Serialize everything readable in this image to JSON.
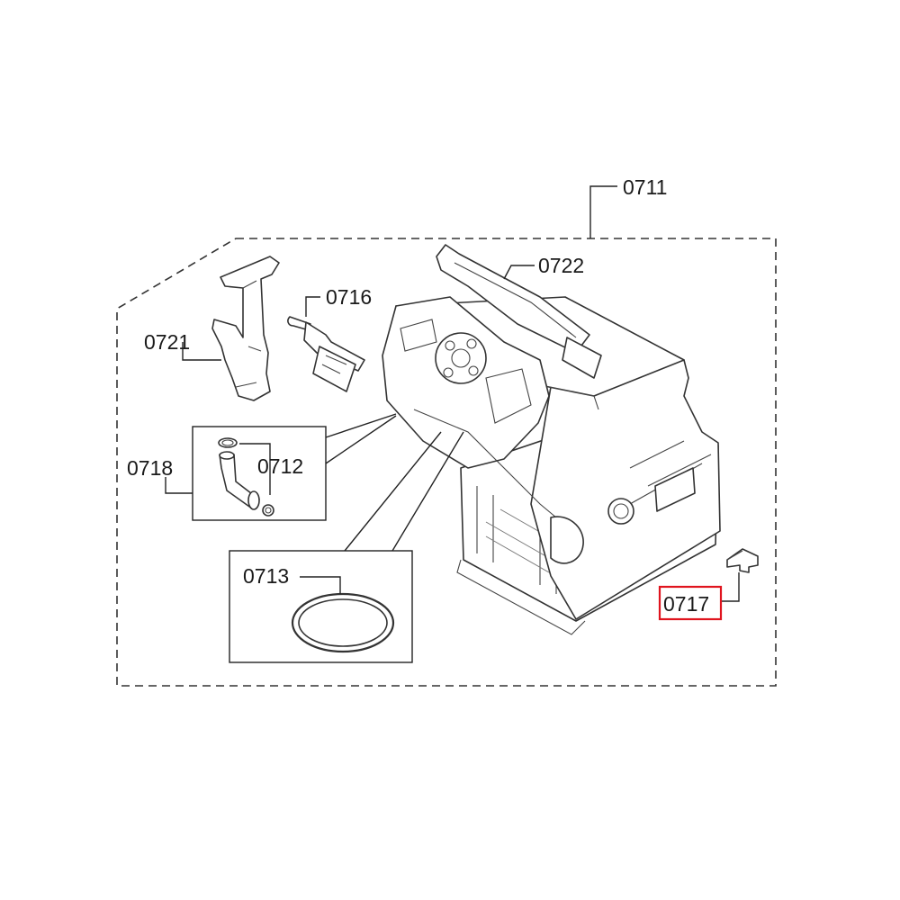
{
  "diagram": {
    "labels": {
      "p0711": "0711",
      "p0712": "0712",
      "p0713": "0713",
      "p0716": "0716",
      "p0717": "0717",
      "p0718": "0718",
      "p0721": "0721",
      "p0722": "0722"
    },
    "highlighted_part": "0717",
    "highlight_color": "#e0141e"
  }
}
